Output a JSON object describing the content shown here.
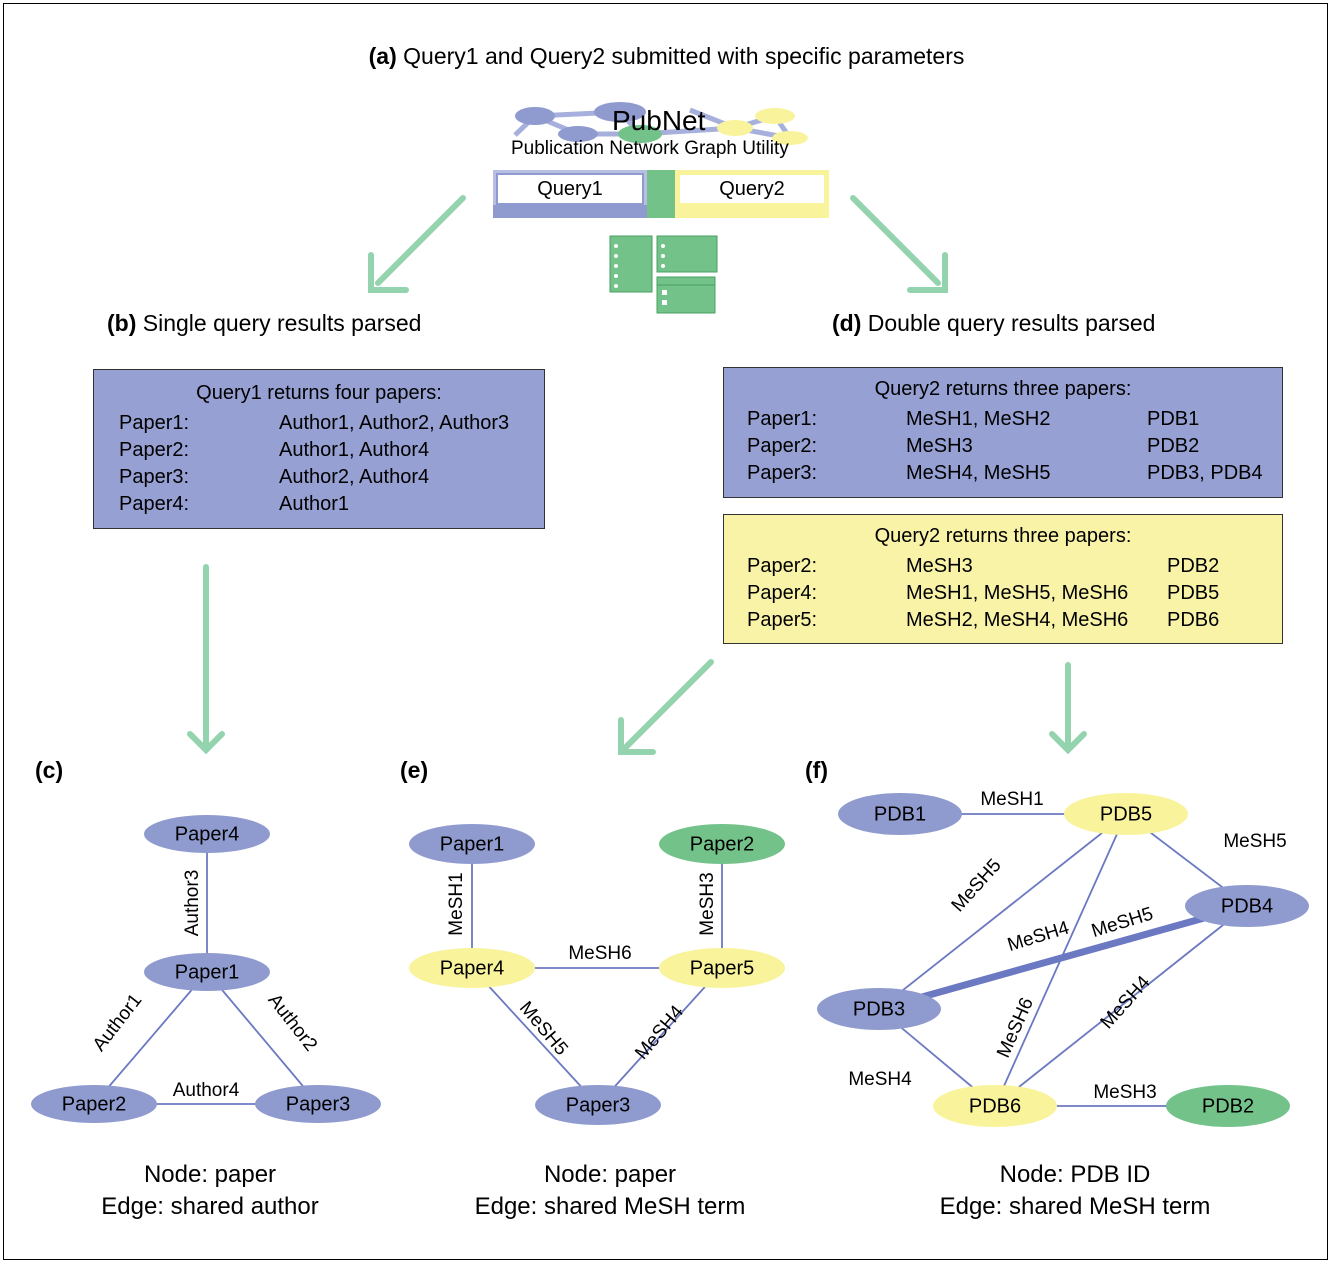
{
  "colors": {
    "blue_node": "#8f9bcf",
    "yellow_node": "#f9f39c",
    "green_node": "#72c28a",
    "blue_box": "#96a0d2",
    "yellow_box": "#f9f3a8",
    "edge": "#6b78c2",
    "arrow": "#93d3ad"
  },
  "panel_a": {
    "letter": "(a)",
    "title": "Query1 and Query2 submitted with specific parameters",
    "logo_title": "PubNet",
    "logo_subtitle": "Publication Network Graph Utility",
    "query1_label": "Query1",
    "query2_label": "Query2"
  },
  "panel_b": {
    "letter": "(b)",
    "title": "Single query results parsed",
    "box_title": "Query1 returns four papers:",
    "rows": [
      {
        "paper": "Paper1:",
        "authors": "Author1, Author2, Author3"
      },
      {
        "paper": "Paper2:",
        "authors": "Author1, Author4"
      },
      {
        "paper": "Paper3:",
        "authors": "Author2, Author4"
      },
      {
        "paper": "Paper4:",
        "authors": "Author1"
      }
    ]
  },
  "panel_d": {
    "letter": "(d)",
    "title": "Double query results parsed",
    "box1_title": "Query2 returns three papers:",
    "box1_rows": [
      {
        "paper": "Paper1:",
        "mesh": "MeSH1, MeSH2",
        "pdb": "PDB1"
      },
      {
        "paper": "Paper2:",
        "mesh": "MeSH3",
        "pdb": "PDB2"
      },
      {
        "paper": "Paper3:",
        "mesh": "MeSH4, MeSH5",
        "pdb": "PDB3, PDB4"
      }
    ],
    "box2_title": "Query2 returns three papers:",
    "box2_rows": [
      {
        "paper": "Paper2:",
        "mesh": "MeSH3",
        "pdb": "PDB2"
      },
      {
        "paper": "Paper4:",
        "mesh": "MeSH1, MeSH5, MeSH6",
        "pdb": "PDB5"
      },
      {
        "paper": "Paper5:",
        "mesh": "MeSH2, MeSH4, MeSH6",
        "pdb": "PDB6"
      }
    ]
  },
  "panel_c": {
    "letter": "(c)",
    "caption_node": "Node: paper",
    "caption_edge": "Edge: shared author",
    "nodes": [
      {
        "id": "p4",
        "label": "Paper4",
        "color": "blue"
      },
      {
        "id": "p1",
        "label": "Paper1",
        "color": "blue"
      },
      {
        "id": "p2",
        "label": "Paper2",
        "color": "blue"
      },
      {
        "id": "p3",
        "label": "Paper3",
        "color": "blue"
      }
    ],
    "edges": [
      {
        "from": "p4",
        "to": "p1",
        "label": "Author3"
      },
      {
        "from": "p1",
        "to": "p2",
        "label": "Author1"
      },
      {
        "from": "p1",
        "to": "p3",
        "label": "Author2"
      },
      {
        "from": "p2",
        "to": "p3",
        "label": "Author4"
      }
    ]
  },
  "panel_e": {
    "letter": "(e)",
    "caption_node": "Node: paper",
    "caption_edge": "Edge: shared MeSH term",
    "nodes": [
      {
        "id": "p1",
        "label": "Paper1",
        "color": "blue"
      },
      {
        "id": "p2",
        "label": "Paper2",
        "color": "green"
      },
      {
        "id": "p4",
        "label": "Paper4",
        "color": "yellow"
      },
      {
        "id": "p5",
        "label": "Paper5",
        "color": "yellow"
      },
      {
        "id": "p3",
        "label": "Paper3",
        "color": "blue"
      }
    ],
    "edges": [
      {
        "from": "p1",
        "to": "p4",
        "label": "MeSH1"
      },
      {
        "from": "p2",
        "to": "p5",
        "label": "MeSH3"
      },
      {
        "from": "p4",
        "to": "p5",
        "label": "MeSH6"
      },
      {
        "from": "p4",
        "to": "p3",
        "label": "MeSH5"
      },
      {
        "from": "p5",
        "to": "p3",
        "label": "MeSH4"
      }
    ]
  },
  "panel_f": {
    "letter": "(f)",
    "caption_node": "Node: PDB ID",
    "caption_edge": "Edge: shared MeSH term",
    "nodes": [
      {
        "id": "pdb1",
        "label": "PDB1",
        "color": "blue"
      },
      {
        "id": "pdb5",
        "label": "PDB5",
        "color": "yellow"
      },
      {
        "id": "pdb4",
        "label": "PDB4",
        "color": "blue"
      },
      {
        "id": "pdb3",
        "label": "PDB3",
        "color": "blue"
      },
      {
        "id": "pdb6",
        "label": "PDB6",
        "color": "yellow"
      },
      {
        "id": "pdb2",
        "label": "PDB2",
        "color": "green"
      }
    ],
    "edges": [
      {
        "from": "pdb1",
        "to": "pdb5",
        "label": "MeSH1"
      },
      {
        "from": "pdb5",
        "to": "pdb4",
        "label": "MeSH5"
      },
      {
        "from": "pdb5",
        "to": "pdb3",
        "label": "MeSH5"
      },
      {
        "from": "pdb5",
        "to": "pdb6",
        "label": "MeSH6"
      },
      {
        "from": "pdb3",
        "to": "pdb4",
        "label": "MeSH4 MeSH5"
      },
      {
        "from": "pdb4",
        "to": "pdb6",
        "label": "MeSH4"
      },
      {
        "from": "pdb3",
        "to": "pdb6",
        "label": "MeSH4"
      },
      {
        "from": "pdb6",
        "to": "pdb2",
        "label": "MeSH3"
      }
    ]
  }
}
